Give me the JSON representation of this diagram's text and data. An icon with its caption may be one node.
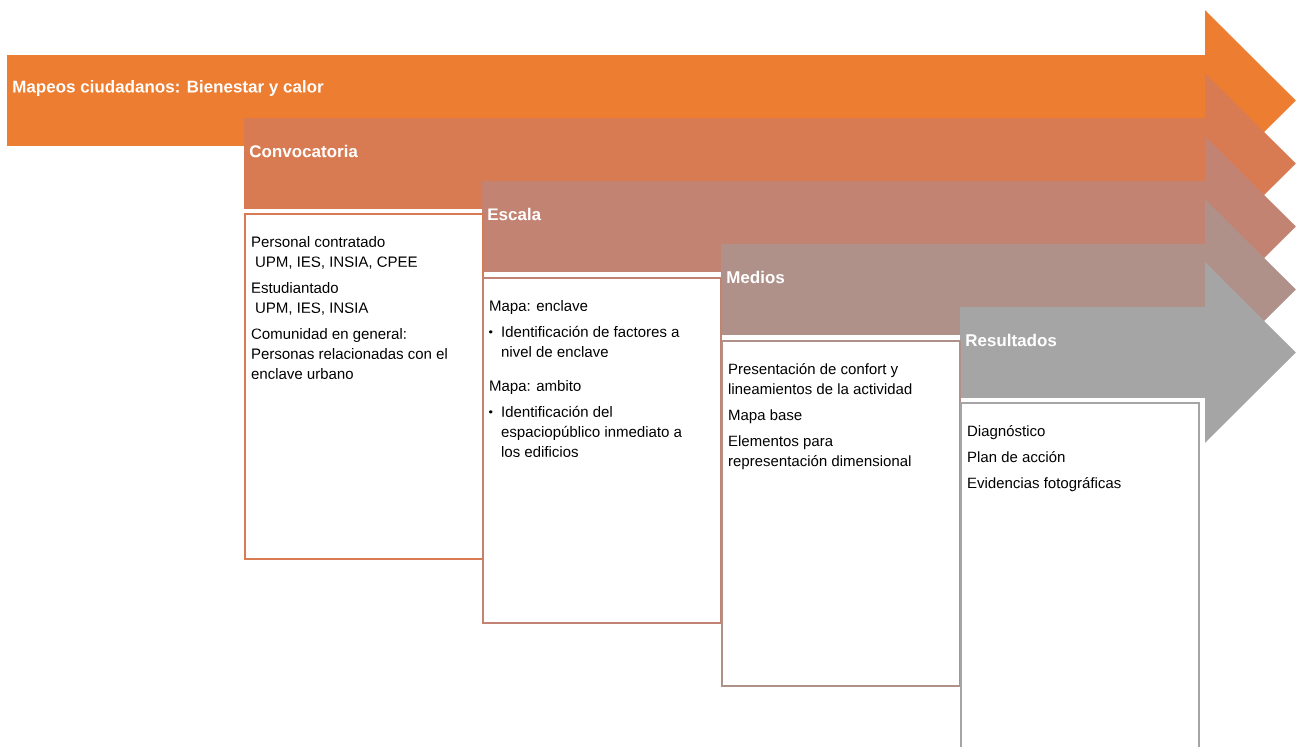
{
  "diagram": {
    "nodes": [
      {
        "text": [
          "Mapeos ciudadanos: Bienestar y calor"
        ]
      },
      {
        "text": [
          "Convocatoria"
        ]
      },
      {
        "text": [
          "Escala"
        ]
      },
      {
        "text": [
          "Medios"
        ]
      },
      {
        "text": [
          "Resultados"
        ]
      },
      {
        "text": [
          "Personal contratado",
          "UPM, IES, INSIA, CPEE",
          "Estudiantado",
          "UPM, IES, INSIA",
          "Comunidad en general: Personas relacionadas con el enclave urbano"
        ]
      },
      {
        "text": [
          "Mapa: enclave",
          "Identificación de factores a nivel de enclave",
          "Mapa: ambito",
          "Identificación del espaciopúblico inmediato a los edificios"
        ]
      },
      {
        "text": [
          "Presentación de confort y lineamientos de la actividad",
          "Mapa base",
          "Elementos para representación dimensional"
        ]
      },
      {
        "text": [
          "Diagnóstico",
          "Plan de acción",
          "Evidencias fotográficas"
        ]
      }
    ]
  }
}
